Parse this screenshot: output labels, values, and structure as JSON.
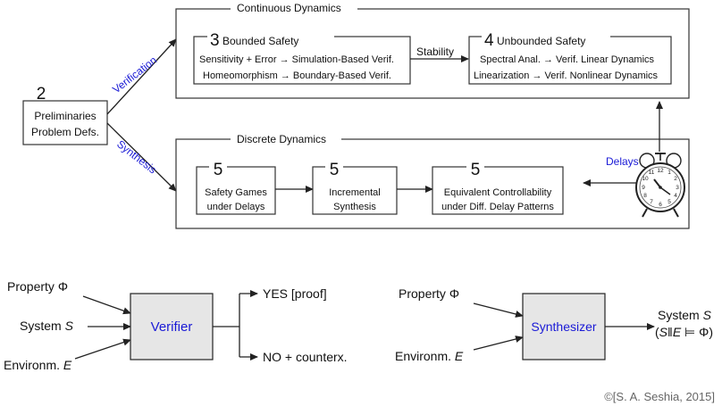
{
  "top": {
    "preliminaries": {
      "number": "2",
      "line1": "Preliminaries",
      "line2": "Problem Defs."
    },
    "verification_label": "Verification",
    "synthesis_label": "Synthesis",
    "continuous": {
      "title": "Continuous Dynamics",
      "bounded": {
        "number": "3",
        "title": "Bounded Safety",
        "row1_left": "Sensitivity + Error",
        "row1_right": "Simulation-Based Verif.",
        "row2_left": "Homeomorphism",
        "row2_right": "Boundary-Based Verif."
      },
      "stability_label": "Stability",
      "unbounded": {
        "number": "4",
        "title": "Unbounded Safety",
        "row1_left": "Spectral Anal.",
        "row1_right": "Verif. Linear Dynamics",
        "row2_left": "Linearization",
        "row2_right": "Verif. Nonlinear Dynamics"
      }
    },
    "discrete": {
      "title": "Discrete Dynamics",
      "box1": {
        "number": "5",
        "line1": "Safety Games",
        "line2": "under Delays"
      },
      "box2": {
        "number": "5",
        "line1": "Incremental",
        "line2": "Synthesis"
      },
      "box3": {
        "number": "5",
        "line1": "Equivalent Controllability",
        "line2": "under Diff. Delay Patterns"
      }
    },
    "delays_label": "Delays",
    "arrow_glyph": "→"
  },
  "verifier": {
    "in_property": "Property",
    "in_system": "System",
    "in_environ": "Environm.",
    "phi": "Φ",
    "s_var": "S",
    "e_var": "E",
    "box_label": "Verifier",
    "out_yes": "YES [proof]",
    "out_no": "NO + counterx."
  },
  "synthesizer": {
    "in_property": "Property",
    "in_environ": "Environm.",
    "phi": "Φ",
    "e_var": "E",
    "box_label": "Synthesizer",
    "out_line1": "System",
    "out_s": "S",
    "out_open": "(",
    "out_sys": "S",
    "out_par": "‖",
    "out_env": "E",
    "out_models": " ⊨ ",
    "out_phi": "Φ",
    "out_close": ")"
  },
  "colors": {
    "accent_blue": "#1a1ad6",
    "box_gray": "#e6e6e6",
    "line": "#222222"
  },
  "copyright": "©[S. A. Seshia, 2015]"
}
